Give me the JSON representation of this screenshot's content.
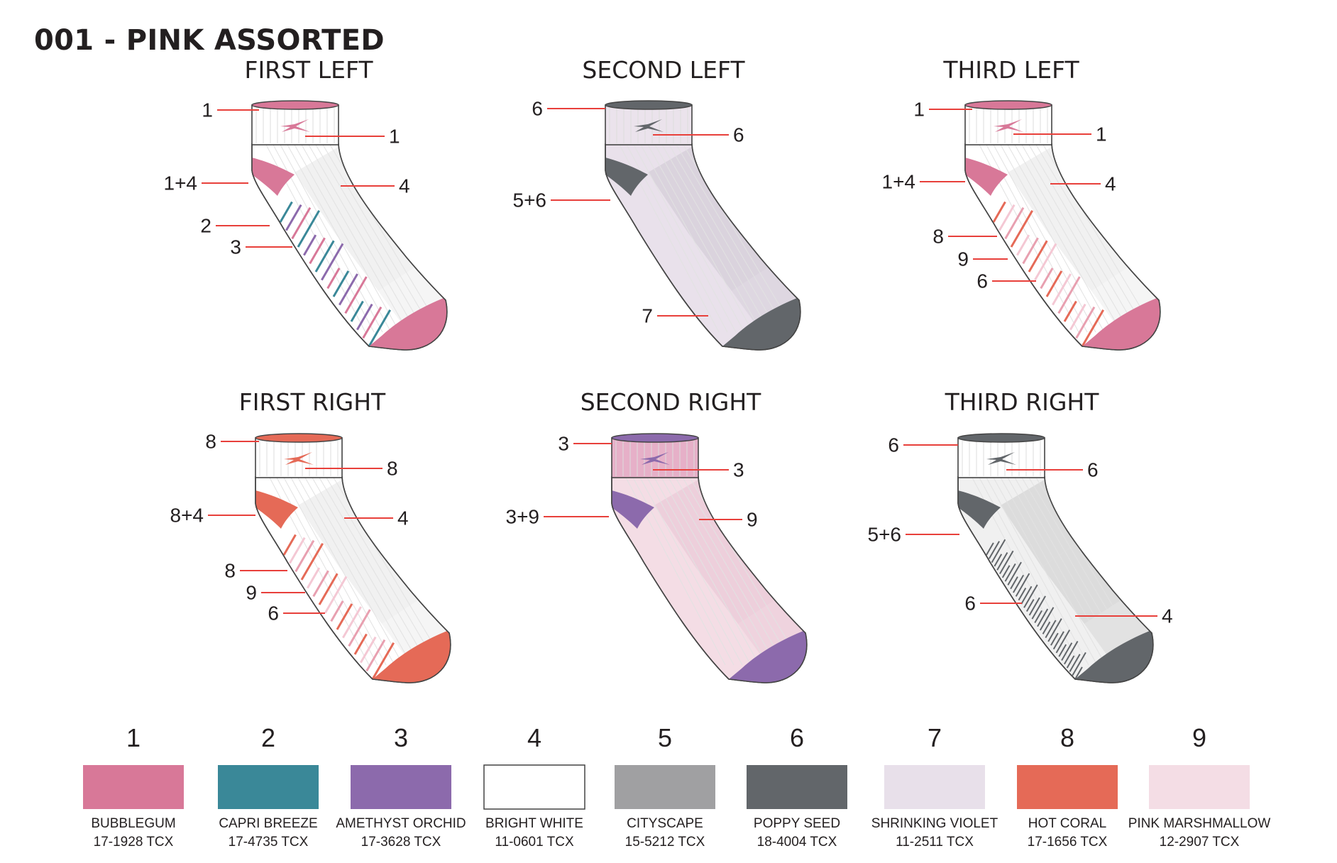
{
  "page": {
    "title": "001 - PINK ASSORTED"
  },
  "palette": [
    {
      "num": "1",
      "name": "BUBBLEGUM",
      "code": "17-1928 TCX",
      "hex": "#d87898"
    },
    {
      "num": "2",
      "name": "CAPRI BREEZE",
      "code": "17-4735 TCX",
      "hex": "#3a8898"
    },
    {
      "num": "3",
      "name": "AMETHYST ORCHID",
      "code": "17-3628 TCX",
      "hex": "#8c6aac"
    },
    {
      "num": "4",
      "name": "BRIGHT WHITE",
      "code": "11-0601 TCX",
      "hex": "#ffffff"
    },
    {
      "num": "5",
      "name": "CITYSCAPE",
      "code": "15-5212 TCX",
      "hex": "#a0a0a2"
    },
    {
      "num": "6",
      "name": "POPPY SEED",
      "code": "18-4004 TCX",
      "hex": "#62666a"
    },
    {
      "num": "7",
      "name": "SHRINKING VIOLET",
      "code": "11-2511 TCX",
      "hex": "#e8e0ea"
    },
    {
      "num": "8",
      "name": "HOT CORAL",
      "code": "17-1656 TCX",
      "hex": "#e56a57"
    },
    {
      "num": "9",
      "name": "PINK MARSHMALLOW",
      "code": "12-2907 TCX",
      "hex": "#f4dde5"
    }
  ],
  "socks": [
    {
      "title": "FIRST LEFT",
      "colors": {
        "cuff": "#ffffff",
        "opening": "#d87898",
        "logo": "#d87898",
        "heel": "#d87898",
        "toe": "#d87898",
        "foot": "#ffffff",
        "block": "#efefef",
        "stripeA": "#3a8898",
        "stripeB": "#8c6aac",
        "stripeC": "#d87898"
      },
      "callouts": [
        "1",
        "1",
        "1+4",
        "4",
        "2",
        "3"
      ]
    },
    {
      "title": "SECOND LEFT",
      "colors": {
        "cuff": "#ebe3ec",
        "opening": "#62666a",
        "logo": "#62666a",
        "heel": "#62666a",
        "toe": "#62666a",
        "foot": "#e9e1eb",
        "block": "#d7d0da",
        "stripeA": "",
        "stripeB": "",
        "stripeC": ""
      },
      "callouts": [
        "6",
        "6",
        "5+6",
        "7"
      ]
    },
    {
      "title": "THIRD LEFT",
      "colors": {
        "cuff": "#ffffff",
        "opening": "#d87898",
        "logo": "#d87898",
        "heel": "#d87898",
        "toe": "#d87898",
        "foot": "#ffffff",
        "block": "#efefef",
        "stripeA": "#e56a57",
        "stripeB": "#f4c8d4",
        "stripeC": "#e8a0b0"
      },
      "callouts": [
        "1",
        "1",
        "1+4",
        "4",
        "8",
        "9",
        "6"
      ]
    },
    {
      "title": "FIRST RIGHT",
      "colors": {
        "cuff": "#ffffff",
        "opening": "#e56a57",
        "logo": "#e56a57",
        "heel": "#e56a57",
        "toe": "#e56a57",
        "foot": "#ffffff",
        "block": "#efefef",
        "stripeA": "#e56a57",
        "stripeB": "#f4c8d4",
        "stripeC": "#e8a0b0"
      },
      "callouts": [
        "8",
        "8",
        "8+4",
        "4",
        "8",
        "9",
        "6"
      ]
    },
    {
      "title": "SECOND RIGHT",
      "colors": {
        "cuff": "#e6b0c8",
        "opening": "#8c6aac",
        "logo": "#8c6aac",
        "heel": "#8c6aac",
        "toe": "#8c6aac",
        "foot": "#f4dde5",
        "block": "#ebcdd9",
        "stripeA": "",
        "stripeB": "",
        "stripeC": ""
      },
      "callouts": [
        "3",
        "3",
        "3+9",
        "9"
      ]
    },
    {
      "title": "THIRD RIGHT",
      "colors": {
        "cuff": "#ffffff",
        "opening": "#62666a",
        "logo": "#62666a",
        "heel": "#62666a",
        "toe": "#62666a",
        "foot": "#f0f0f0",
        "block": "#d8d8d8",
        "stripeA": "#62666a",
        "stripeB": "#62666a",
        "stripeC": "#62666a"
      },
      "callouts": [
        "6",
        "6",
        "5+6",
        "6",
        "4"
      ]
    }
  ]
}
